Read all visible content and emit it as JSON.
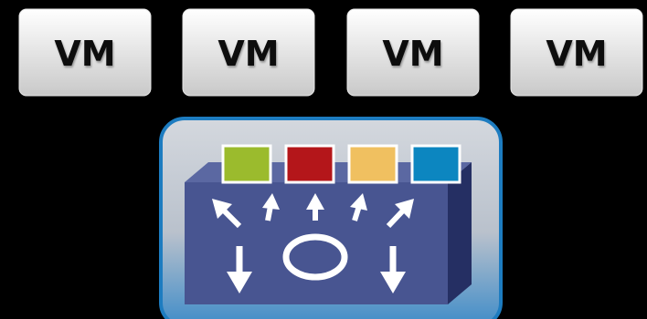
{
  "vms": [
    {
      "label": "VM"
    },
    {
      "label": "VM"
    },
    {
      "label": "VM"
    },
    {
      "label": "VM"
    }
  ],
  "ports": [
    {
      "color": "#9bbb2d"
    },
    {
      "color": "#b4161a"
    },
    {
      "color": "#f0c060"
    },
    {
      "color": "#0c86c0"
    }
  ],
  "switch": {
    "panel_color": "#c8cdd4",
    "panel_border": "#2a8cc8",
    "box_front": "#485591",
    "box_top": "#5a66a0",
    "box_side": "#2a3468"
  },
  "icons": [
    "arrow-up-left-icon",
    "arrow-up-icon",
    "arrow-up-icon",
    "arrow-up-right-icon",
    "arrow-up-right-icon",
    "arrow-down-icon",
    "ring-icon",
    "arrow-down-icon"
  ]
}
